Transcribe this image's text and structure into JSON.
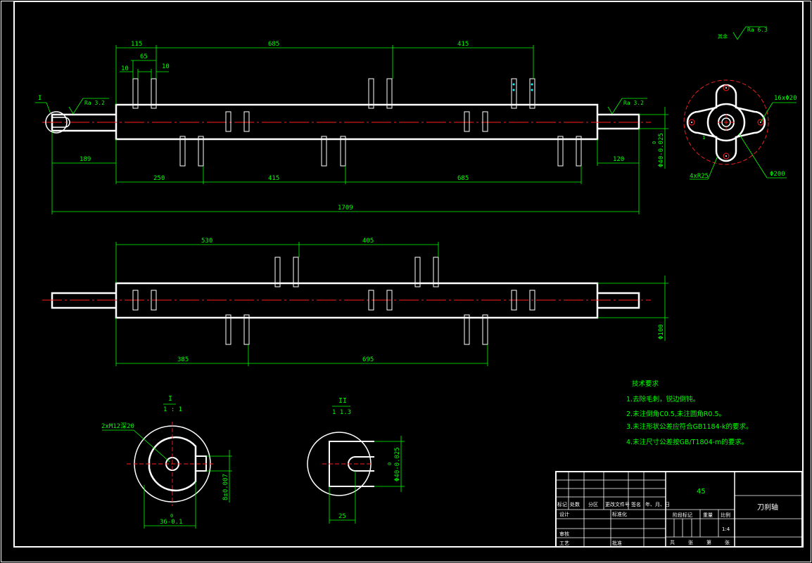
{
  "dims": {
    "top": {
      "d115": "115",
      "d65": "65",
      "d10a": "10",
      "d10b": "10",
      "d685": "685",
      "d415": "415",
      "d189": "189",
      "d120": "120",
      "d250": "250",
      "d415b": "415",
      "d685b": "685",
      "d1709": "1709",
      "phi40": "Φ40-0.025",
      "phi40sup": "0",
      "ra_left": "Ra 3.2",
      "ra_right": "Ra 3.2",
      "i_label": "I"
    },
    "bottom": {
      "d530": "530",
      "d405": "405",
      "d385": "385",
      "d695": "695",
      "phi100": "Φ100"
    },
    "side": {
      "ra_corner": "Ra 6.3",
      "ra_corner_prefix": "其余",
      "holes16": "16xΦ20",
      "r25": "4xR25",
      "phi200": "Φ200"
    },
    "section_i": {
      "label_top": "I",
      "label_bot": "1 : 1",
      "holes": "2xM12深20",
      "d8": "8±0.007",
      "d36": "36-0.1",
      "d36sup": "0"
    },
    "section_ii": {
      "label_top": "II",
      "label_bot": "1 1.3",
      "phi40": "Φ40-0.025",
      "phi40sup": "0",
      "d25": "25"
    }
  },
  "notes": {
    "title": "技术要求",
    "items": [
      "1.去除毛刺，锐边倒钝。",
      "2.未注倒角C0.5,未注圆角R0.5。",
      "3.未注形状公差应符合GB1184-k的要求。",
      "4.未注尺寸公差按GB/T1804-m的要求。"
    ]
  },
  "title_block": {
    "material": "45",
    "part_name": "刀刹轴",
    "row_labels": [
      "标记",
      "处数",
      "分区",
      "更改文件号",
      "签名",
      "年、月、日"
    ],
    "designer": "设计",
    "standard": "标准化",
    "reviewer": "审核",
    "process": "工艺",
    "approve": "批准",
    "stage": "阶段标记",
    "weight": "重量",
    "scale_label": "比例",
    "scale": "1:4",
    "sheets": "共",
    "sheet": "张",
    "page": "第",
    "page2": "张"
  },
  "colors": {
    "outline": "#ffffff",
    "dimension": "#00ff00",
    "centerline": "#ff2020",
    "background": "#000000"
  }
}
